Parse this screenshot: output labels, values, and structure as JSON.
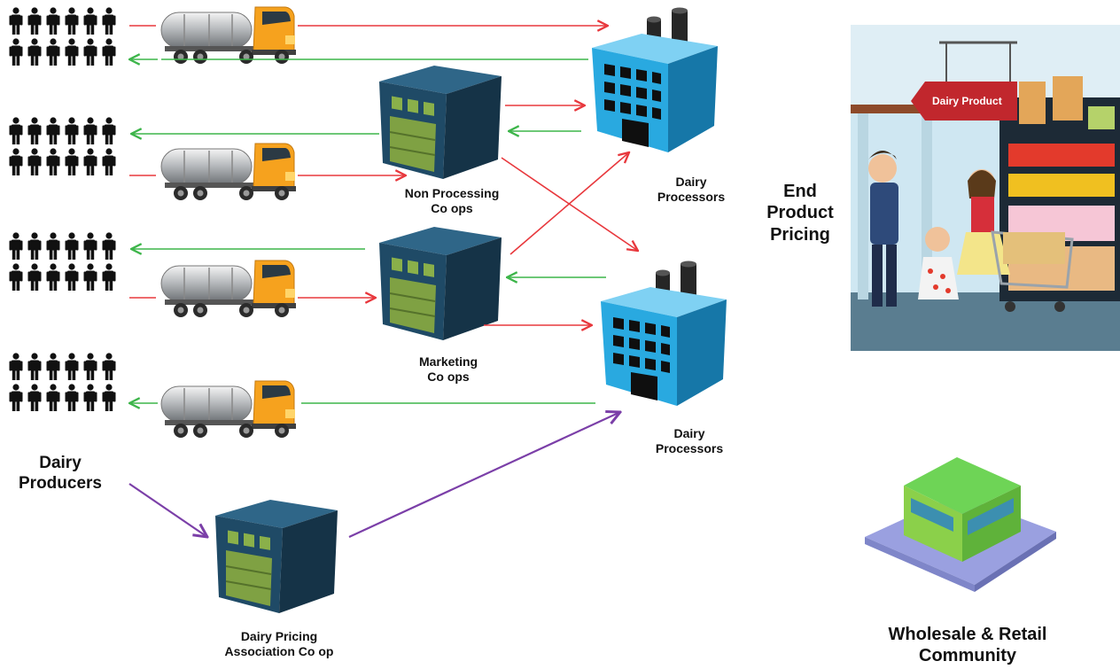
{
  "labels": {
    "non_processing_coops": [
      "Non Processing",
      "Co ops"
    ],
    "marketing_coops": [
      "Marketing",
      "Co ops"
    ],
    "dairy_processors_top": [
      "Dairy",
      "Processors"
    ],
    "dairy_processors_bottom": [
      "Dairy",
      "Processors"
    ],
    "dairy_producers": [
      "Dairy",
      "Producers"
    ],
    "pricing_association": [
      "Dairy Pricing",
      "Association Co op"
    ],
    "end_product_pricing": [
      "End",
      "Product",
      "Pricing"
    ],
    "wholesale_retail": [
      "Wholesale & Retail",
      "Community"
    ],
    "store_sign": "Dairy Product"
  },
  "colors": {
    "to_processor_arrow": "#e8383d",
    "return_arrow": "#3db54a",
    "pricing_arrow": "#7b3fa8",
    "coop_building": "#1f4a66",
    "processor_building": "#29a9e0",
    "truck_cab": "#f6a21e"
  },
  "icons": {
    "producer_group": "people-icon",
    "truck": "tanker-truck-icon",
    "coop": "coop-building-icon",
    "processor": "factory-icon",
    "retail": "store-icon"
  }
}
